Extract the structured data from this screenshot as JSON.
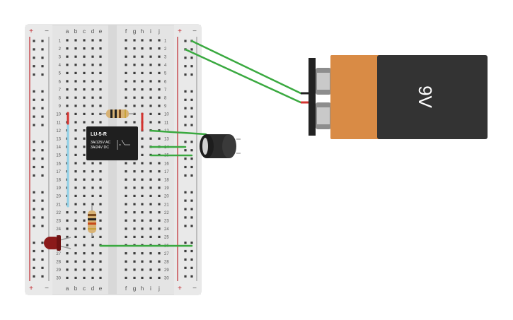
{
  "breadboard": {
    "columns_left": [
      "a",
      "b",
      "c",
      "d",
      "e"
    ],
    "columns_right": [
      "f",
      "g",
      "h",
      "i",
      "j"
    ],
    "row_count": 30,
    "rail_plus": "+",
    "rail_minus": "−"
  },
  "relay": {
    "model": "LU-5-R",
    "rating_ac": "3A/125V AC",
    "rating_dc": "3A/24V DC"
  },
  "battery": {
    "label": "9V"
  },
  "colors": {
    "board": "#e6e6e6",
    "wire_green": "#3aa940",
    "wire_red": "#d3332f",
    "wire_blue": "#7ec8e3",
    "battery_body": "#333333",
    "battery_cap": "#d98b45",
    "led_red": "#8b1a1a",
    "rail_red": "#c1272d"
  },
  "components": {
    "resistor_top": "resistor-top",
    "resistor_bottom": "resistor-bottom",
    "led": "led-red",
    "capacitor": "electrolytic-capacitor",
    "relay": "relay-module",
    "battery": "battery-9v"
  }
}
